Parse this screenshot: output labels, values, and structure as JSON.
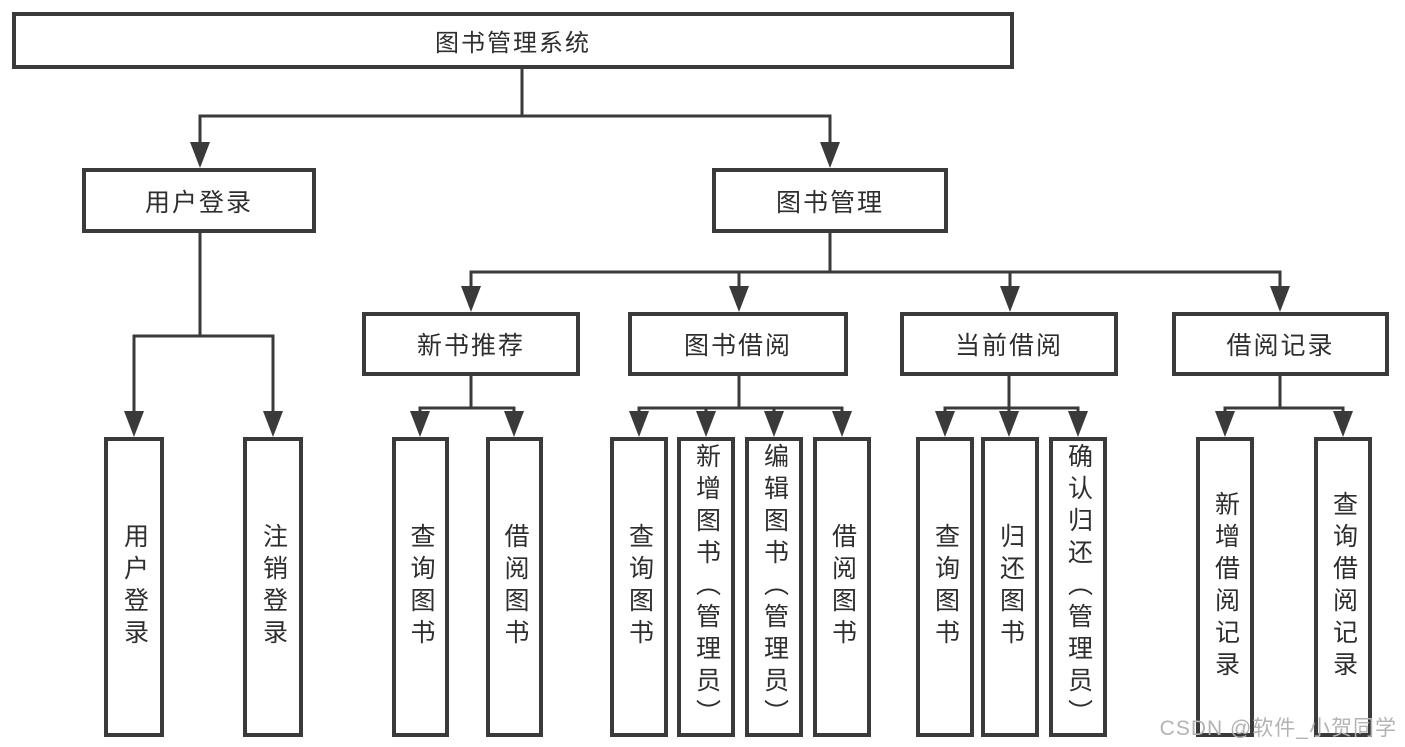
{
  "title": "图书管理系统",
  "watermark": "CSDN @软件_小贺同学",
  "colors": {
    "line": "#3a3a3a",
    "text": "#2e2e2e",
    "watermark": "#b3b3b3",
    "background": "#ffffff"
  },
  "nodes": {
    "root": {
      "label": "图书管理系统",
      "children": [
        "user_login",
        "book_mgmt"
      ]
    },
    "user_login": {
      "label": "用户登录",
      "children": [
        "login",
        "logout"
      ]
    },
    "book_mgmt": {
      "label": "图书管理",
      "children": [
        "new_book_rec",
        "book_borrow",
        "current_borrow",
        "borrow_records"
      ]
    },
    "new_book_rec": {
      "label": "新书推荐",
      "children": [
        "nbr_query",
        "nbr_borrow"
      ]
    },
    "book_borrow": {
      "label": "图书借阅",
      "children": [
        "bb_query",
        "bb_add",
        "bb_edit",
        "bb_borrow"
      ]
    },
    "current_borrow": {
      "label": "当前借阅",
      "children": [
        "cb_query",
        "cb_return",
        "cb_confirm"
      ]
    },
    "borrow_records": {
      "label": "借阅记录",
      "children": [
        "br_add",
        "br_query"
      ]
    },
    "login": {
      "label": "用户登录"
    },
    "logout": {
      "label": "注销登录"
    },
    "nbr_query": {
      "label": "查询图书"
    },
    "nbr_borrow": {
      "label": "借阅图书"
    },
    "bb_query": {
      "label": "查询图书"
    },
    "bb_add": {
      "label": "新增图书（管理员）"
    },
    "bb_edit": {
      "label": "编辑图书（管理员）"
    },
    "bb_borrow": {
      "label": "借阅图书"
    },
    "cb_query": {
      "label": "查询图书"
    },
    "cb_return": {
      "label": "归还图书"
    },
    "cb_confirm": {
      "label": "确认归还（管理员）"
    },
    "br_add": {
      "label": "新增借阅记录"
    },
    "br_query": {
      "label": "查询借阅记录"
    }
  }
}
